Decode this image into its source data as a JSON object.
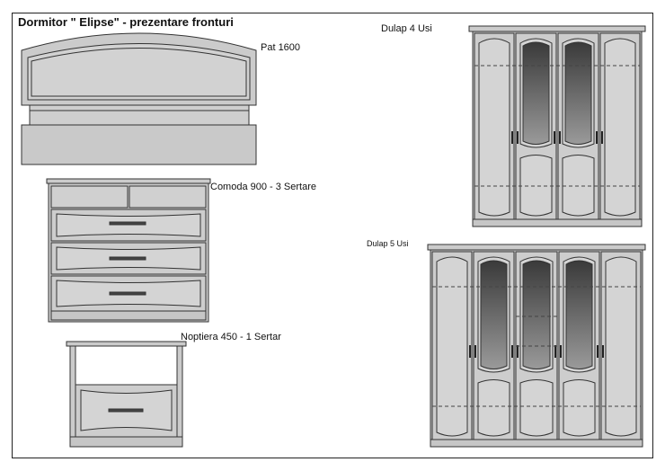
{
  "title": "Dormitor \" Elipse\" - prezentare fronturi",
  "items": {
    "bed": "Pat 1600",
    "dresser": "Comoda 900 - 3 Sertare",
    "nightstand": "Noptiera 450 - 1 Sertar",
    "wardrobe4": "Dulap 4 Usi",
    "wardrobe5": "Dulap 5 Usi"
  },
  "colors": {
    "panel": "#cbcbcb",
    "stroke": "#333333",
    "glass_dark": "#3a3a3a",
    "glass_light": "#9a9a9a"
  }
}
